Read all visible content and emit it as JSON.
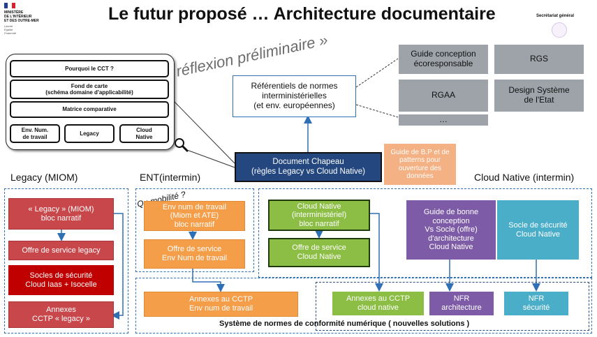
{
  "header": {
    "logo_lines": [
      "MINISTÈRE",
      "DE L'INTÉRIEUR",
      "ET DES OUTRE-MER"
    ],
    "logo_motto": [
      "Liberté",
      "Égalité",
      "Fraternité"
    ],
    "title": "Le futur proposé … Architecture documentaire",
    "secretariat": "Secrétariat général"
  },
  "reflexion": "« réflexion préliminaire »",
  "left_panel": {
    "q1": "Pourquoi le CCT ?",
    "q2": "Fond de carte\n(schéma domaine d'applicabilité)",
    "q3": "Matrice comparative",
    "c1": "Env. Num.\nde travail",
    "c2": "Legacy",
    "c3": "Cloud\nNative"
  },
  "referentiels": "Référentiels de normes\ninterministérielles\n(et env. européennes)",
  "gray_boxes": {
    "guide_eco": "Guide conception\nécoresponsable",
    "rgs": "RGS",
    "rgaa": "RGAA",
    "dse": "Design Système\nde l'Etat",
    "more": "…"
  },
  "doc_chapeau": "Document Chapeau\n(règles Legacy vs Cloud Native)",
  "guide_bp": "Guide de B.P et de\npatterns pour\nouverture des\ndonnées",
  "sections": {
    "legacy": "Legacy (MIOM)",
    "ent": "ENT(intermin)",
    "cloud": "Cloud Native (intermin)"
  },
  "mobilite": "Q : mobilité ?",
  "legacy_boxes": {
    "b1": "« Legacy » (MIOM)\nbloc narratif",
    "b2": "Offre de service legacy",
    "b3": "Socles de sécurité\nCloud Iaas + Isocelle",
    "b4": "Annexes\nCCTP « legacy »"
  },
  "ent_boxes": {
    "b1": "Env num de travail\n(Miom et ATE)\nbloc narratif",
    "b2": "Offre de service\nEnv Num de travail",
    "b3": "Annexes au CCTP\nEnv num de travail"
  },
  "cloud_boxes": {
    "b1": "Cloud Native\n(interministériel)\nbloc narratif",
    "b2": "Offre de service\nCloud Native",
    "b3": "Annexes au CCTP\ncloud native",
    "guide": "Guide de bonne\nconception\nVs Socle (offre)\nd'architecture\nCloud Native",
    "socle": "Socle de sécurité\nCloud Native",
    "nfr_arch": "NFR\narchitecture",
    "nfr_sec": "NFR\nsécurité"
  },
  "systeme": "Système de normes de conformité numérique ( nouvelles solutions )"
}
